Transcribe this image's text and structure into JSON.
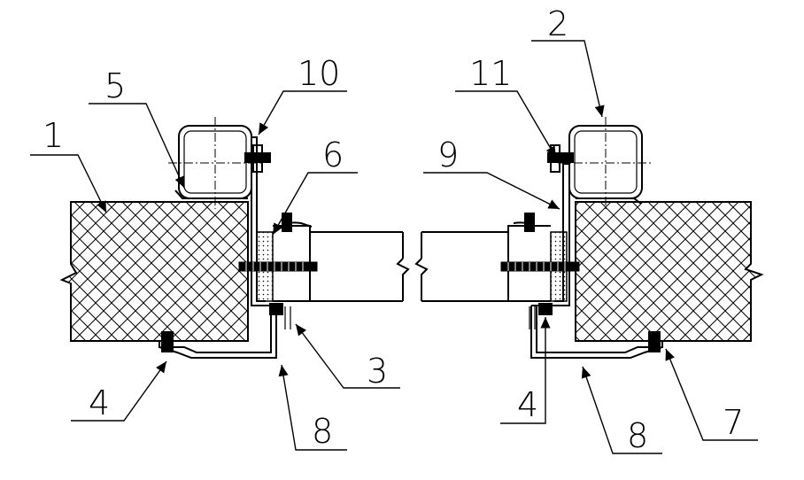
{
  "labels": {
    "l1": "1",
    "l2": "2",
    "l3": "3",
    "l4a": "4",
    "l4b": "4",
    "l5": "5",
    "l6": "6",
    "l7": "7",
    "l8a": "8",
    "l8b": "8",
    "l9": "9",
    "l10": "10",
    "l11": "11"
  }
}
